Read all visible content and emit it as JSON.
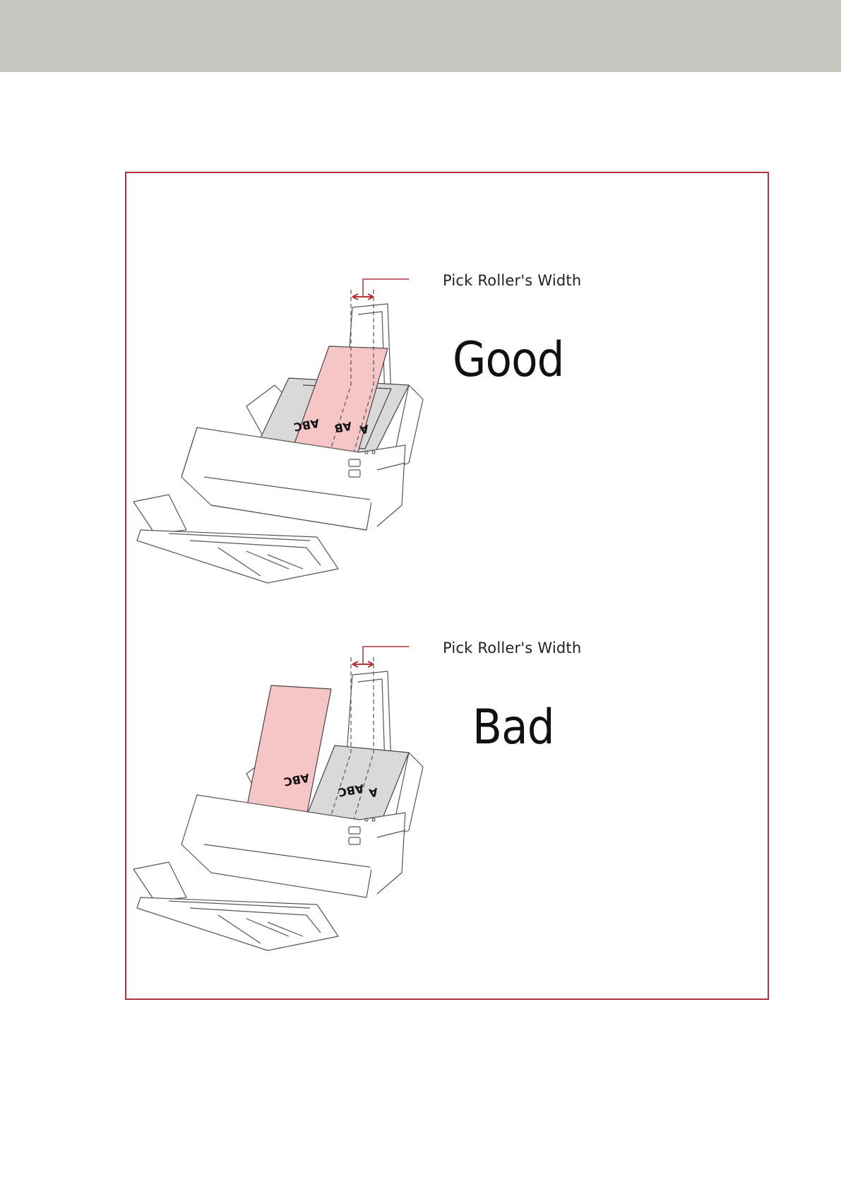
{
  "figure": {
    "panels": [
      {
        "callout": "Pick Roller's Width",
        "verdict": "Good"
      },
      {
        "callout": "Pick Roller's Width",
        "verdict": "Bad"
      }
    ]
  },
  "colors": {
    "header_band": "#c8c8c2",
    "frame_border": "#b0343a",
    "document_pink": "#f6c6c6",
    "document_gray": "#d9d9d9",
    "callout_arrow": "#b0343a"
  }
}
